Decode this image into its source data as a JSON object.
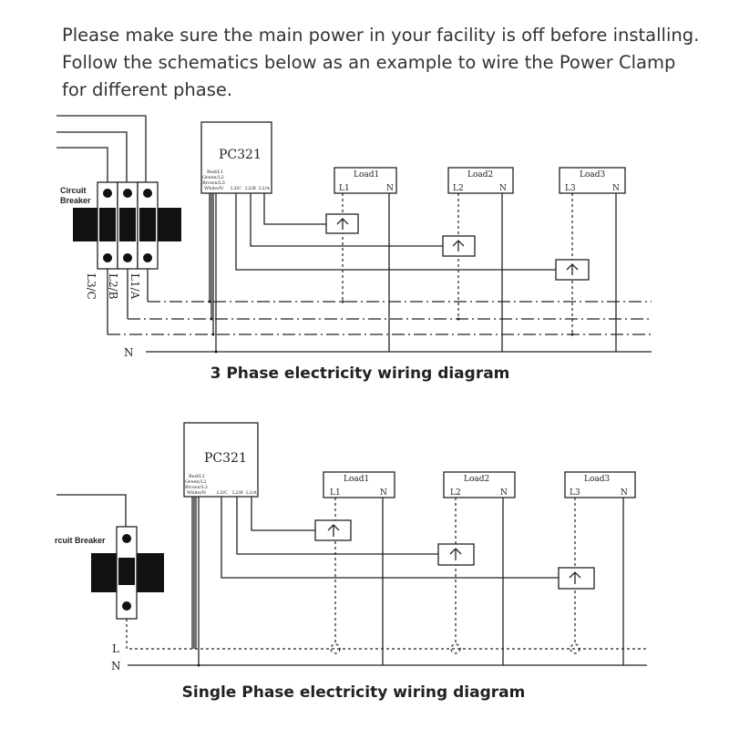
{
  "intro": "Please make sure the main power in your facility is off before installing. Follow the schematics below as an example to wire the Power Clamp for different phase.",
  "three_phase": {
    "title": "3 Phase electricity wiring diagram",
    "device": "PC321",
    "breaker_label_1": "Circuit",
    "breaker_label_2": "Breaker",
    "wire_labels": [
      "Red/L1",
      "Green/L2",
      "Brown/L3",
      "White/N"
    ],
    "terminals": [
      "L3/C",
      "L2/B",
      "L1/A"
    ],
    "phase_labels": [
      "L3/C",
      "L2/B",
      "L1/A"
    ],
    "neutral": "N",
    "loads": [
      {
        "name": "Load1",
        "l": "L1",
        "n": "N"
      },
      {
        "name": "Load2",
        "l": "L2",
        "n": "N"
      },
      {
        "name": "Load3",
        "l": "L3",
        "n": "N"
      }
    ]
  },
  "single_phase": {
    "title": "Single Phase electricity wiring diagram",
    "device": "PC321",
    "breaker_label": "rcuit Breaker",
    "wire_labels": [
      "Red/L1",
      "Green/L2",
      "Brown/L3",
      "White/N"
    ],
    "terminals": [
      "L3/C",
      "L2/B",
      "L1/A"
    ],
    "line": "L",
    "neutral": "N",
    "loads": [
      {
        "name": "Load1",
        "l": "L1",
        "n": "N"
      },
      {
        "name": "Load2",
        "l": "L2",
        "n": "N"
      },
      {
        "name": "Load3",
        "l": "L3",
        "n": "N"
      }
    ]
  }
}
